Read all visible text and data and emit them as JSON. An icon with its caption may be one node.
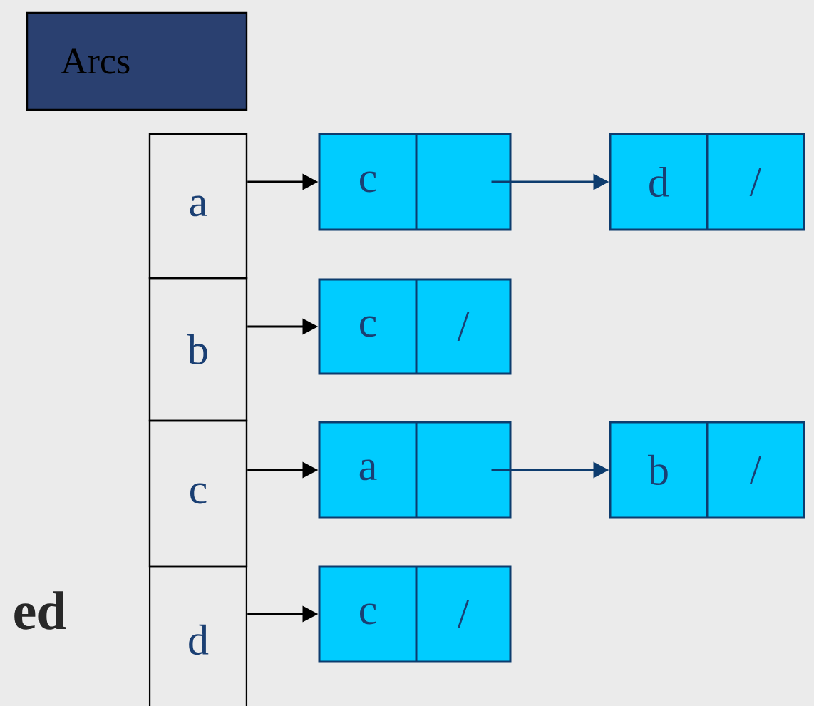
{
  "diagram": {
    "nodes": [
      {
        "text": [
          "Arcs"
        ]
      },
      {
        "text": [
          "a"
        ]
      },
      {
        "text": [
          "b"
        ]
      },
      {
        "text": [
          "c"
        ]
      },
      {
        "text": [
          "d"
        ]
      },
      {
        "text": [
          "c"
        ]
      },
      {
        "text": [
          "d",
          "/"
        ]
      },
      {
        "text": [
          "c",
          "/"
        ]
      },
      {
        "text": [
          "a"
        ]
      },
      {
        "text": [
          "b",
          "/"
        ]
      },
      {
        "text": [
          "c",
          "/"
        ]
      }
    ],
    "edges": [
      {
        "from": 1,
        "to": 5,
        "arrow": "to"
      },
      {
        "from": 5,
        "to": 6,
        "arrow": "to",
        "color": "#0d3c6e"
      },
      {
        "from": 2,
        "to": 7,
        "arrow": "to"
      },
      {
        "from": 3,
        "to": 8,
        "arrow": "to"
      },
      {
        "from": 8,
        "to": 9,
        "arrow": "to",
        "color": "#0d3c6e"
      },
      {
        "from": 4,
        "to": 10,
        "arrow": "to"
      }
    ],
    "labels": [
      "ed"
    ]
  }
}
